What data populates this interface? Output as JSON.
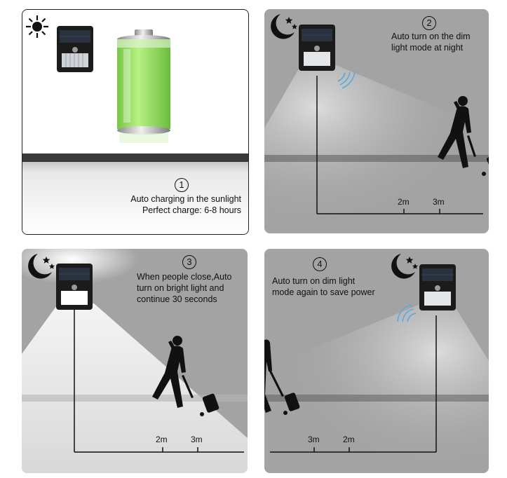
{
  "panels": [
    {
      "step_number": "1",
      "lines": [
        "Auto charging in the sunlight",
        "Perfect charge: 6-8 hours"
      ],
      "icon": "sun-icon",
      "battery_color": "#8ee05a"
    },
    {
      "step_number": "2",
      "lines": [
        "Auto turn on the dim",
        "light mode at night"
      ],
      "icon": "moon-stars-icon",
      "distances": [
        "2m",
        "3m"
      ]
    },
    {
      "step_number": "3",
      "lines": [
        "When people close,Auto",
        "turn on bright light and",
        "continue 30 seconds"
      ],
      "icon": "moon-stars-icon",
      "distances": [
        "2m",
        "3m"
      ]
    },
    {
      "step_number": "4",
      "lines": [
        "Auto turn on dim light",
        "mode again to save power"
      ],
      "icon": "moon-stars-icon",
      "distances": [
        "3m",
        "2m"
      ]
    }
  ],
  "colors": {
    "night_bg": "#a3a3a3",
    "light_cone": "#e6e6e6",
    "day_bg": "#ffffff",
    "signal_blue": "#5aa8e0"
  }
}
